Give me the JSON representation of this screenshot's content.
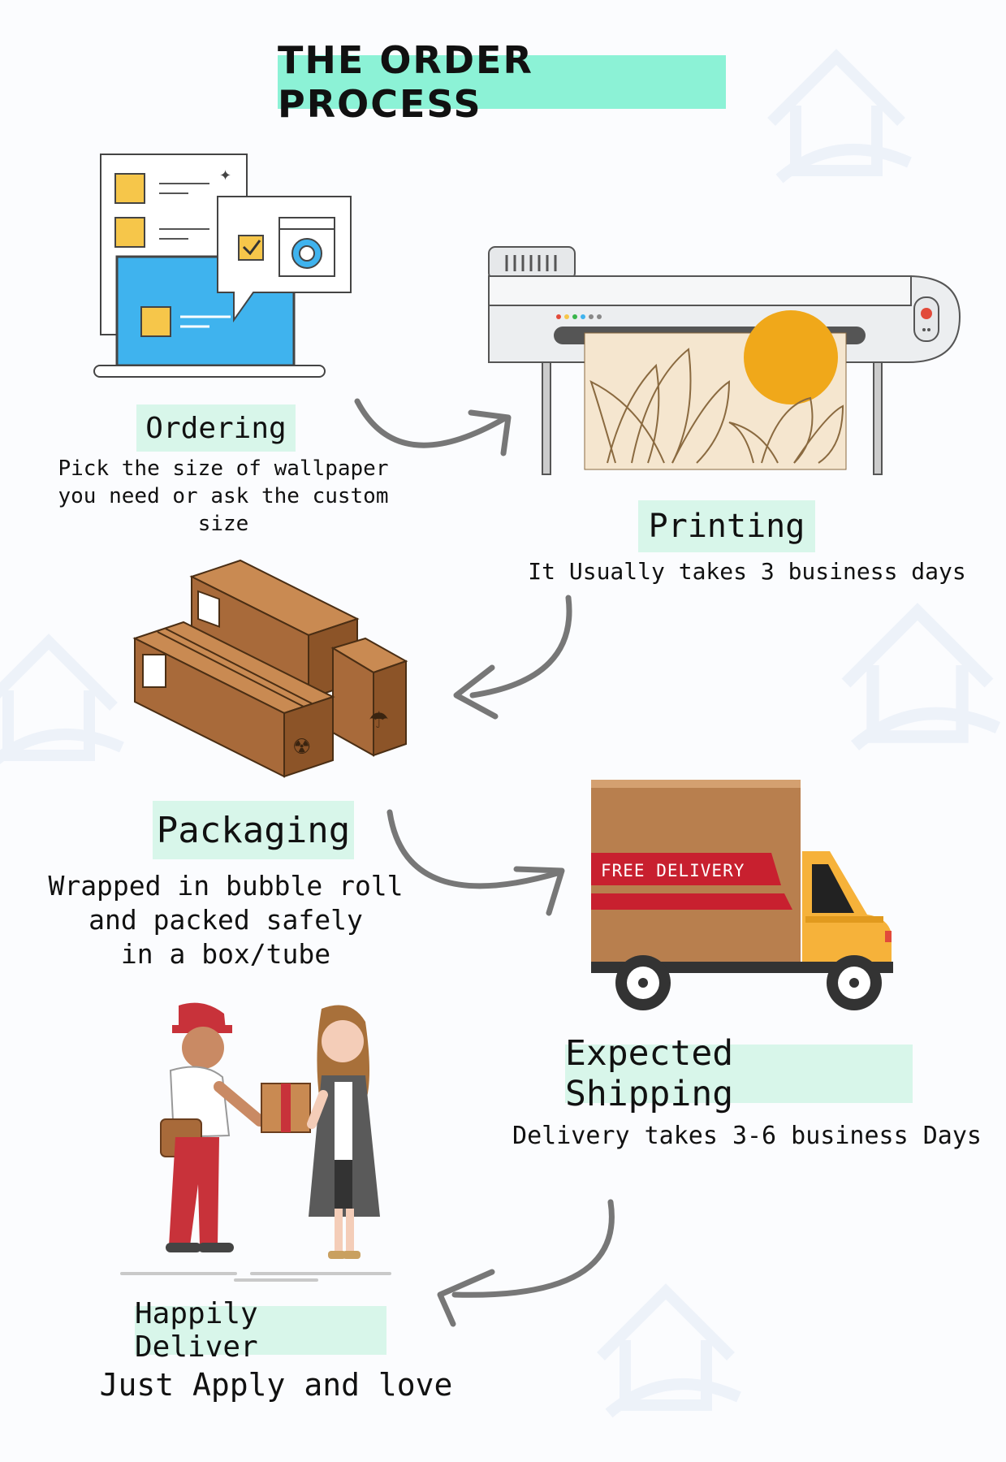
{
  "title": "THE ORDER PROCESS",
  "steps": [
    {
      "label": "Ordering",
      "description": "Pick the size of wallpaper\nyou need or ask the custom size"
    },
    {
      "label": "Printing",
      "description": "It Usually takes 3 business days"
    },
    {
      "label": "Packaging",
      "description": "Wrapped in bubble roll\nand  packed safely\nin a box/tube"
    },
    {
      "label": "Expected Shipping",
      "description": "Delivery takes 3-6 business Days"
    },
    {
      "label": "Happily Deliver",
      "description": "Just Apply and love"
    }
  ],
  "truck_sign": "FREE DELIVERY",
  "colors": {
    "title_bg": "#8cf2d6",
    "label_bg": "#d8f6ea",
    "arrow": "#777777",
    "box_brown": "#a86a3a",
    "truck_yellow": "#f6b23a",
    "truck_red": "#c8202f",
    "screen_blue": "#3fb3ee",
    "sun": "#f0a81a"
  }
}
